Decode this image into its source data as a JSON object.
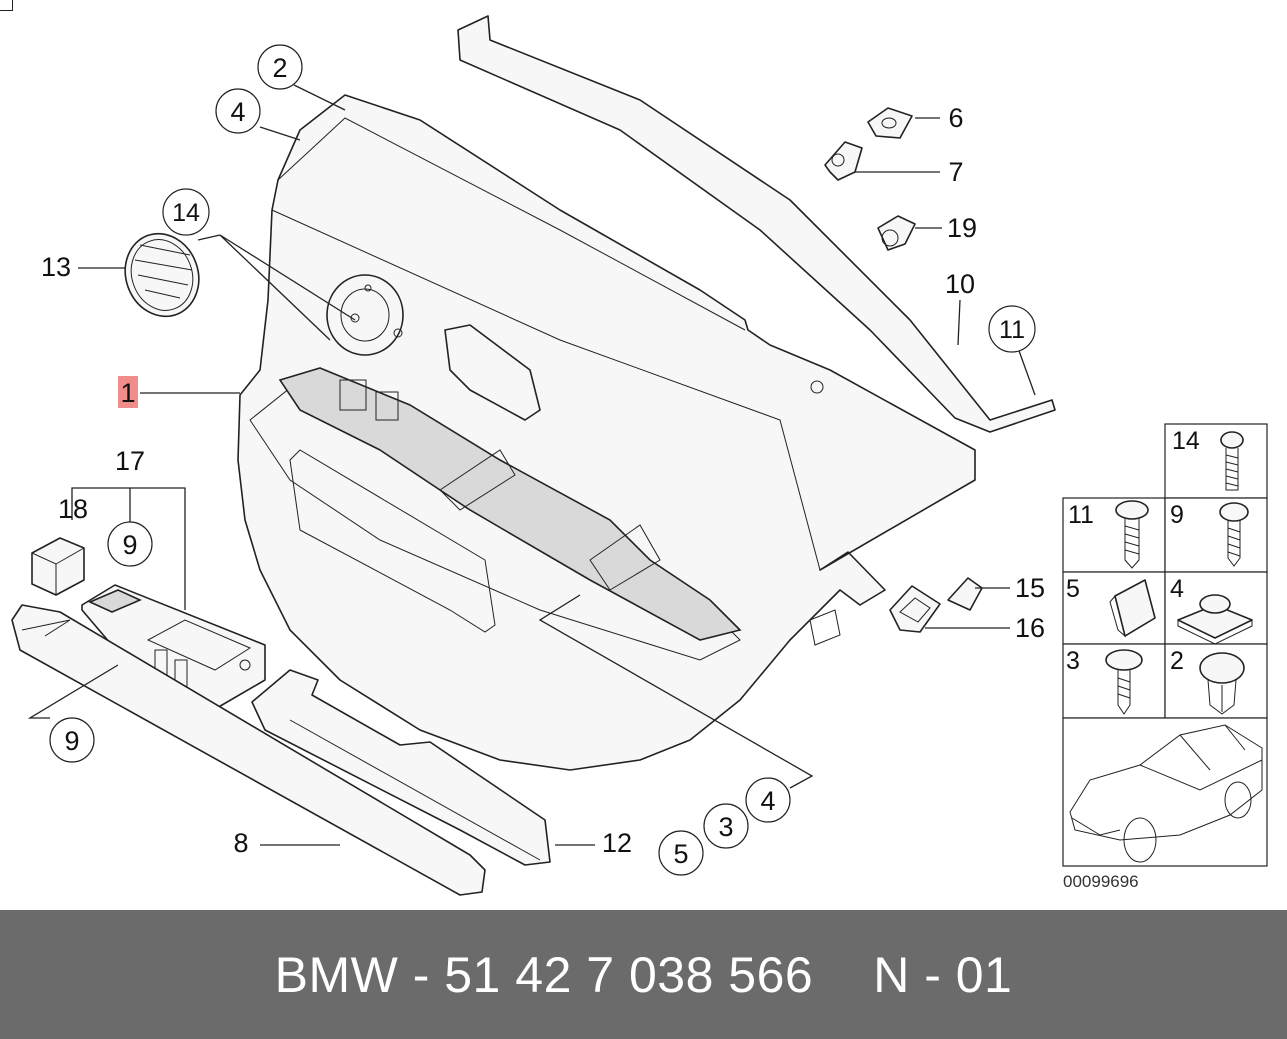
{
  "diagram": {
    "reference_code": "00099696",
    "labels": {
      "l1": "1",
      "l2": "2",
      "l3": "3",
      "l4a": "4",
      "l4b": "4",
      "l5": "5",
      "l6": "6",
      "l7": "7",
      "l8": "8",
      "l9a": "9",
      "l9b": "9",
      "l10": "10",
      "l11": "11",
      "l12": "12",
      "l13": "13",
      "l14": "14",
      "l15": "15",
      "l16": "16",
      "l17": "17",
      "l18": "18",
      "l19": "19"
    },
    "table_labels": {
      "t14": "14",
      "t11": "11",
      "t9": "9",
      "t5": "5",
      "t4": "4",
      "t3": "3",
      "t2": "2"
    },
    "highlight_color": "#f08c8c"
  },
  "footer": {
    "part_number": "BMW - 51 42 7 038 566",
    "position": "N - 01"
  }
}
